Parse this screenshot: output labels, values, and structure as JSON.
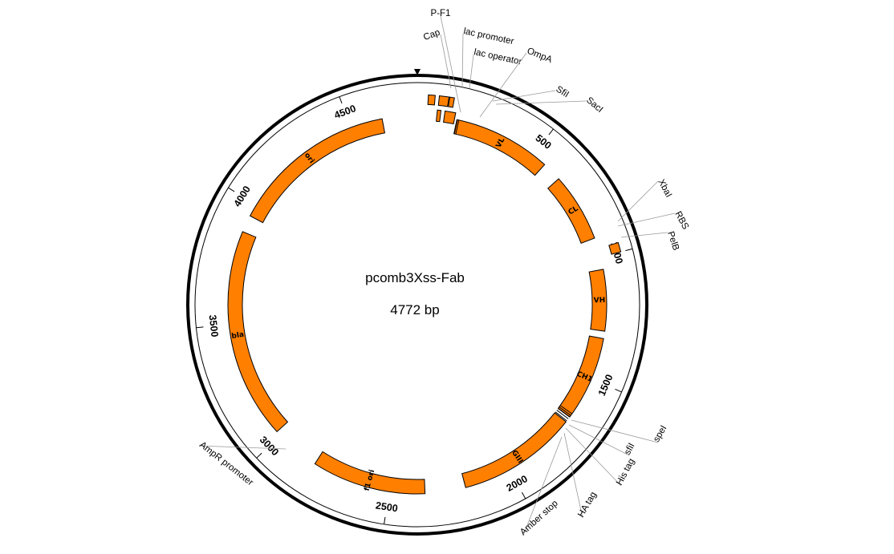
{
  "plasmid": {
    "name": "pcomb3Xss-Fab",
    "size_label": "4772 bp",
    "length": 4772
  },
  "colors": {
    "feature_fill": "#ff7f00",
    "backbone": "#000000",
    "callout": "#9a9a9a"
  },
  "ticks": [
    {
      "bp": 500,
      "label": "500"
    },
    {
      "bp": 1000,
      "label": "1000"
    },
    {
      "bp": 1500,
      "label": "1500"
    },
    {
      "bp": 2000,
      "label": "2000"
    },
    {
      "bp": 2500,
      "label": "2500"
    },
    {
      "bp": 3000,
      "label": "3000"
    },
    {
      "bp": 3500,
      "label": "3500"
    },
    {
      "bp": 4000,
      "label": "4000"
    },
    {
      "bp": 4500,
      "label": "4500"
    }
  ],
  "features": [
    {
      "id": "vl",
      "label": "VL",
      "start": 160,
      "end": 560,
      "track": "inner"
    },
    {
      "id": "cl",
      "label": "CL",
      "start": 640,
      "end": 920,
      "track": "inner"
    },
    {
      "id": "vh",
      "label": "VH",
      "start": 1050,
      "end": 1300,
      "track": "inner"
    },
    {
      "id": "ch1",
      "label": "CH1",
      "start": 1330,
      "end": 1675,
      "track": "inner"
    },
    {
      "id": "giii",
      "label": "GIII",
      "start": 1700,
      "end": 2190,
      "track": "inner"
    },
    {
      "id": "f1ori",
      "label": "f1 ori",
      "start": 2355,
      "end": 2820,
      "track": "inner"
    },
    {
      "id": "bla",
      "label": "bla",
      "start": 3020,
      "end": 3880,
      "track": "inner"
    },
    {
      "id": "ori",
      "label": "ori",
      "start": 3950,
      "end": 4630,
      "track": "inner"
    }
  ],
  "small_features": [
    {
      "id": "cap",
      "label": "Cap",
      "start": 40,
      "end": 65,
      "track": "outer"
    },
    {
      "id": "lac-promoter",
      "label": "lac promoter",
      "start": 80,
      "end": 115,
      "track": "outer"
    },
    {
      "id": "lac-operator",
      "label": "lac operator",
      "start": 118,
      "end": 135,
      "track": "outer"
    },
    {
      "id": "p-f1",
      "label": "P-F1",
      "start": 78,
      "end": 92,
      "track": "inner2"
    },
    {
      "id": "ompa",
      "label": "OmpA",
      "start": 108,
      "end": 150,
      "track": "inner2"
    },
    {
      "id": "pelb",
      "label": "PelB",
      "start": 965,
      "end": 1000,
      "track": "outer"
    }
  ],
  "sites": [
    {
      "id": "sfii-1",
      "label": "SfiI",
      "bp": 162
    },
    {
      "id": "saci",
      "label": "SacI",
      "bp": 168
    },
    {
      "id": "xbai",
      "label": "XbaI",
      "bp": 945
    },
    {
      "id": "rbs",
      "label": "RBS",
      "bp": 955
    },
    {
      "id": "spei",
      "label": "speI",
      "bp": 1660
    },
    {
      "id": "sfii-2",
      "label": "sfiI",
      "bp": 1668
    },
    {
      "id": "his-tag",
      "label": "His tag",
      "bp": 1676
    },
    {
      "id": "ha-tag",
      "label": "HA  tag",
      "bp": 1685
    },
    {
      "id": "amber-stop",
      "label": "Amber stop",
      "bp": 1695
    },
    {
      "id": "ampr-promoter",
      "label": "AmpR promoter",
      "bp": 2900
    }
  ]
}
